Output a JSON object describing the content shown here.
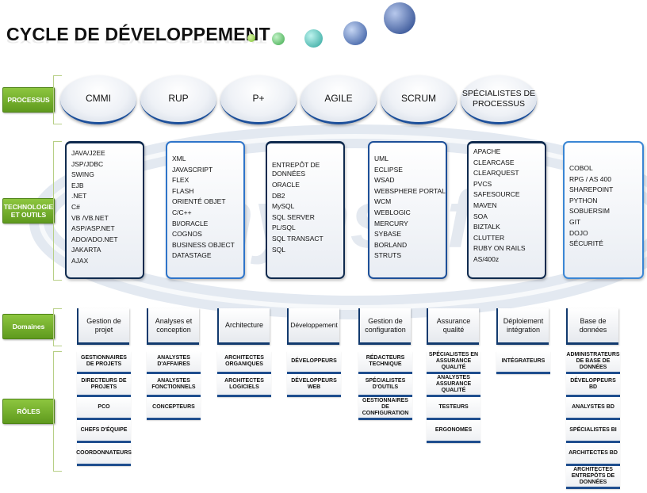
{
  "title": "CYCLE DE DÉVELOPPEMENT",
  "watermark": "mynsoft",
  "side_labels": {
    "processus": "PROCESSUS",
    "technologie": "TECHNOLOGIE ET OUTILS",
    "domaines": "Domaines",
    "roles": "RÔLES"
  },
  "processus": [
    "CMMI",
    "RUP",
    "P+",
    "AGILE",
    "SCRUM",
    "SPÉCIALISTES DE PROCESSUS"
  ],
  "technologies": [
    [
      "JAVA/J2EE",
      "JSP/JDBC",
      "SWING",
      "EJB",
      ".NET",
      "C#",
      "VB /VB.NET",
      "ASP/ASP.NET",
      "ADO/ADO.NET",
      "JAKARTA",
      "AJAX"
    ],
    [
      "XML",
      "JAVASCRIPT",
      "FLEX",
      "FLASH",
      "ORIENTÉ OBJET",
      "C/C++",
      "BI/ORACLE",
      "COGNOS",
      "BUSINESS OBJECT",
      "DATASTAGE"
    ],
    [
      "ENTREPÔT DE DONNÉES",
      "ORACLE",
      "DB2",
      "MySQL",
      "SQL SERVER",
      "PL/SQL",
      "SQL TRANSACT",
      "SQL"
    ],
    [
      "UML",
      "ECLIPSE",
      "WSAD",
      "WEBSPHERE PORTAL",
      "WCM",
      "WEBLOGIC",
      "MERCURY",
      "SYBASE",
      "BORLAND",
      "STRUTS"
    ],
    [
      "APACHE",
      "CLEARCASE",
      "CLEARQUEST",
      "PVCS",
      "SAFESOURCE",
      "MAVEN",
      "SOA",
      "BIZTALK",
      "CLUTTER",
      "RUBY ON RAILS",
      "AS/400z"
    ],
    [
      "COBOL",
      "RPG / AS 400",
      "SHAREPOINT",
      "PYTHON",
      "SOBUERSIM",
      "GIT",
      "DOJO",
      "SÉCURITÉ"
    ]
  ],
  "domaines": [
    "Gestion de projet",
    "Analyses et conception",
    "Architecture",
    "Développement",
    "Gestion de configuration",
    "Assurance qualité",
    "Déploiement intégration",
    "Base de données"
  ],
  "roles": [
    [
      "GESTIONNAIRES DE PROJETS",
      "DIRECTEURS DE PROJETS",
      "PCO",
      "CHEFS D'ÉQUIPE",
      "COORDONNATEURS"
    ],
    [
      "ANALYSTES D'AFFAIRES",
      "ANALYSTES FONCTIONNELS",
      "CONCEPTEURS"
    ],
    [
      "ARCHITECTES ORGANIQUES",
      "ARCHITECTES LOGICIELS"
    ],
    [
      "DÉVELOPPEURS",
      "DÉVELOPPEURS WEB"
    ],
    [
      "RÉDACTEURS TECHNIQUE",
      "SPÉCIALISTES D'OUTILS",
      "GESTIONNAIRES DE CONFIGURATION"
    ],
    [
      "SPÉCIALISTES EN ASSURANCE QUALITÉ",
      "ANALYSTES ASSURANCE QUALITÉ",
      "TESTEURS",
      "ERGONOMES"
    ],
    [
      "INTÉGRATEURS"
    ],
    [
      "ADMINISTRATEURS DE BASE DE DONNÉES",
      "DÉVELOPPEURS BD",
      "ANALYSTES BD",
      "SPÉCIALISTES BI",
      "ARCHITECTES BD",
      "ARCHITECTES ENTREPÔTS DE DONNÉES"
    ]
  ],
  "colors": {
    "label_green": "#7ab730",
    "navy": "#123a6e",
    "blue": "#1f4e8e",
    "watermark_ring": "#dfe6ef"
  }
}
